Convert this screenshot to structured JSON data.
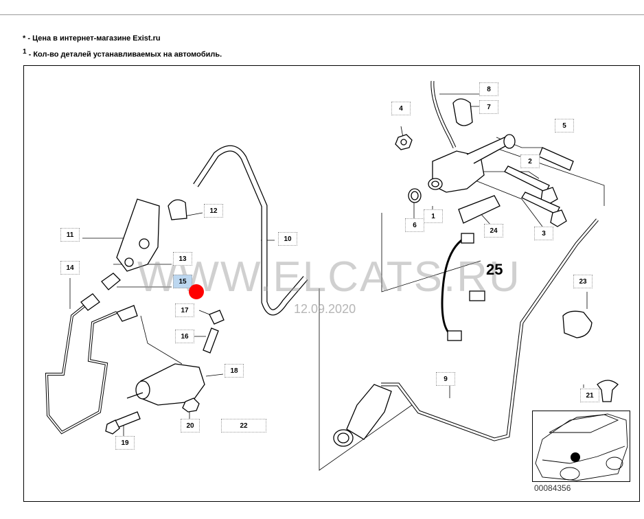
{
  "legend": {
    "star": "*",
    "star_text": "- Цена в интернет-магазине Exist.ru",
    "one": "1",
    "one_text": "- Кол-во деталей устанавливаемых на автомобиль."
  },
  "watermark": {
    "text": "WWW.ELCATS.RU",
    "date": "12.09.2020"
  },
  "big_label": "25",
  "doc_number": "00084356",
  "callouts": {
    "c1": "1",
    "c2": "2",
    "c3": "3",
    "c4": "4",
    "c5": "5",
    "c6": "6",
    "c7": "7",
    "c8": "8",
    "c9": "9",
    "c10": "10",
    "c11": "11",
    "c12": "12",
    "c13": "13",
    "c14": "14",
    "c15": "15",
    "c16": "16",
    "c17": "17",
    "c18": "18",
    "c19": "19",
    "c20": "20",
    "c21": "21",
    "c22": "22",
    "c23": "23",
    "c24": "24"
  },
  "colors": {
    "highlight": "#bcd7f0",
    "marker": "#ff0000",
    "line": "#000000"
  }
}
